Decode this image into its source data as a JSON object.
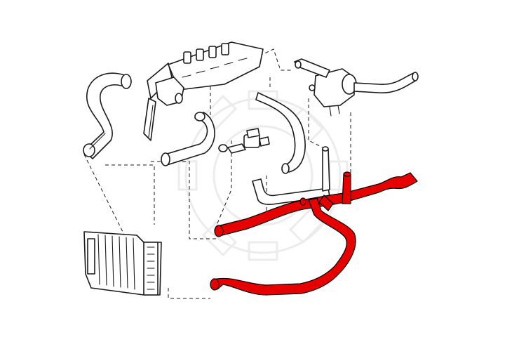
{
  "diagram": {
    "highlight_color": "#e60000",
    "line_color": "#1a1a1a",
    "background_color": "#ffffff",
    "watermark": "gear-logo",
    "parts": [
      {
        "id": "upper-radiator-hose",
        "highlighted": false
      },
      {
        "id": "thermostat-housing",
        "highlighted": false
      },
      {
        "id": "cylinder-head",
        "highlighted": false
      },
      {
        "id": "engine-block",
        "highlighted": false
      },
      {
        "id": "bypass-pipe",
        "highlighted": false
      },
      {
        "id": "temperature-sensor-valve",
        "highlighted": false
      },
      {
        "id": "throttle-body",
        "highlighted": false
      },
      {
        "id": "heater-hose-u",
        "highlighted": false
      },
      {
        "id": "radiator",
        "highlighted": false
      },
      {
        "id": "coolant-hose-upper-branch",
        "highlighted": true
      },
      {
        "id": "coolant-hose-lower-branch",
        "highlighted": true
      }
    ]
  }
}
